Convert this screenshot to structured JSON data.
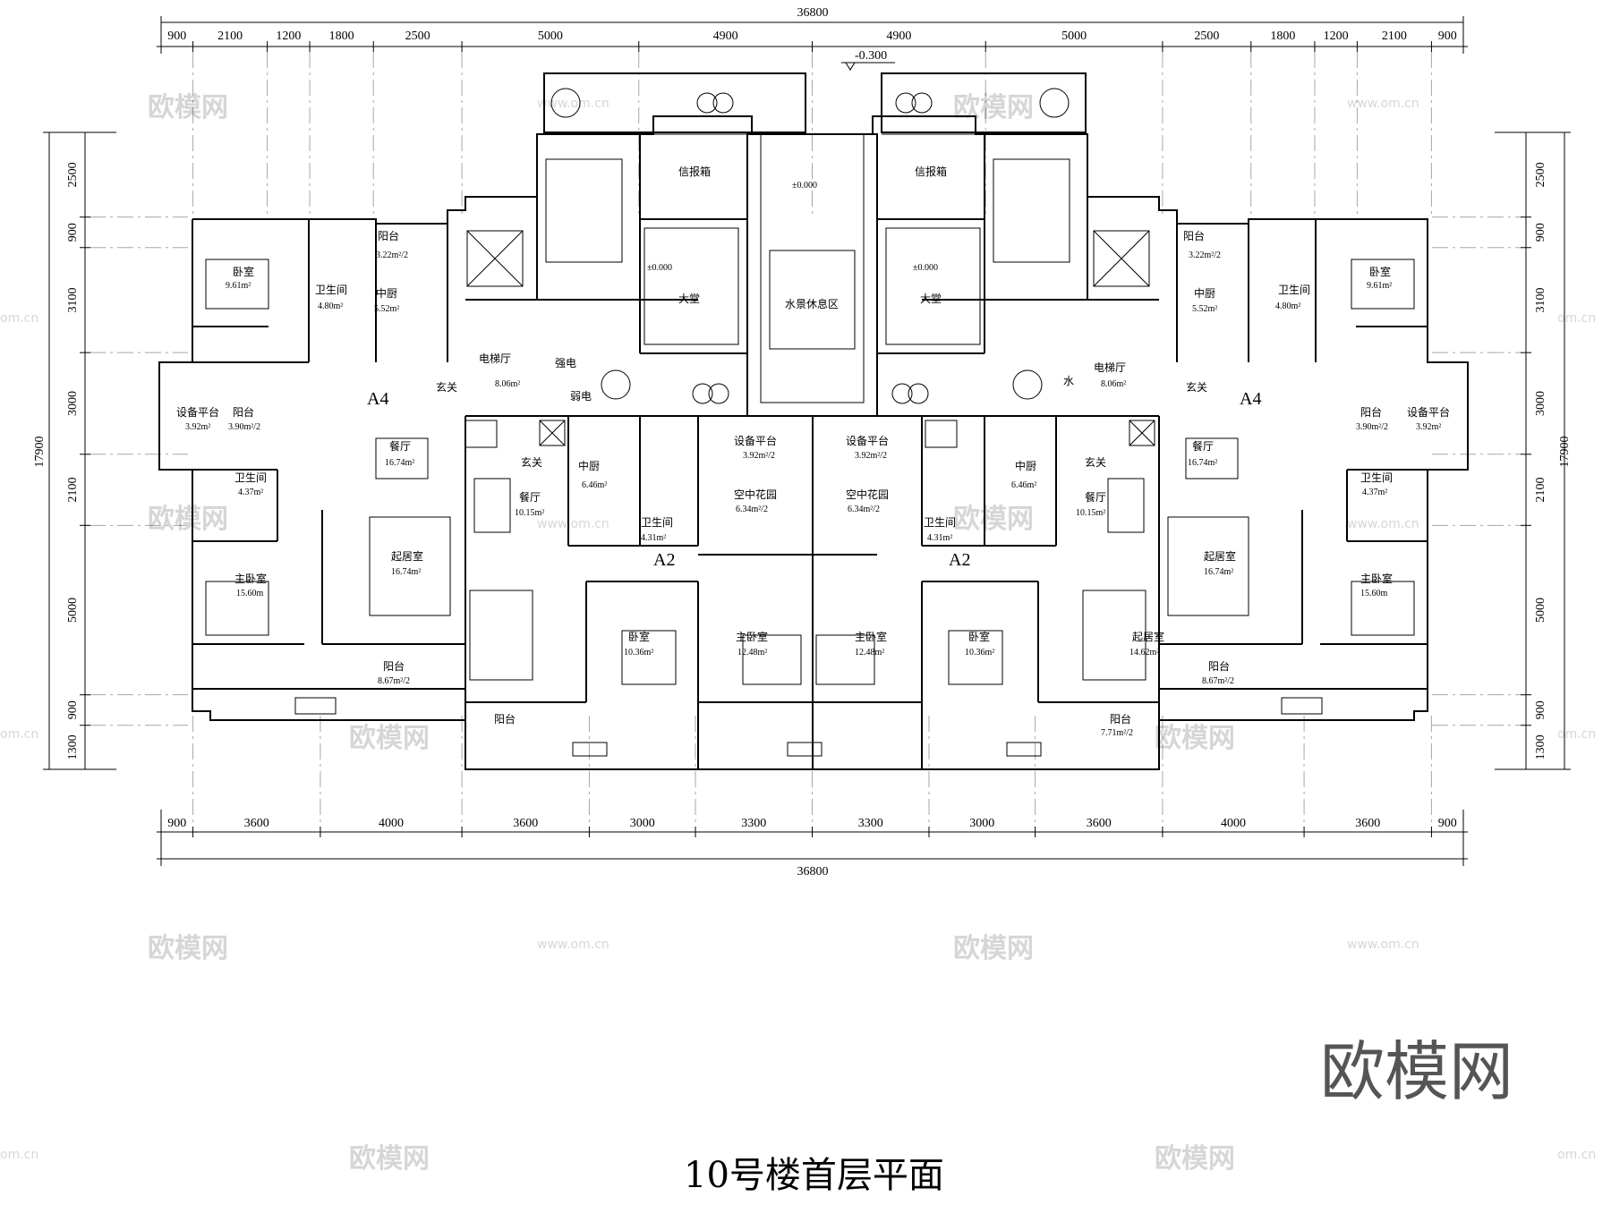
{
  "title": "10号楼首层平面",
  "brand": "欧模网",
  "watermark": {
    "text": "欧模网",
    "url": "www.om.cn",
    "url_short": "om.cn"
  },
  "dimensions": {
    "overall_width": "36800",
    "top_segments": [
      "900",
      "2100",
      "1200",
      "1800",
      "2500",
      "5000",
      "4900",
      "4900",
      "5000",
      "2500",
      "1800",
      "1200",
      "2100",
      "900"
    ],
    "bottom_segments": [
      "900",
      "3600",
      "4000",
      "3600",
      "3000",
      "3300",
      "3300",
      "3000",
      "3600",
      "4000",
      "3600",
      "900"
    ],
    "overall_depth": "17900",
    "side_segments": [
      "2500",
      "900",
      "3100",
      "3000",
      "2100",
      "5000",
      "900",
      "1300"
    ],
    "level_entry": "-0.300",
    "level_lobby": "±0.000"
  },
  "units": {
    "a4": "A4",
    "a2": "A2"
  },
  "rooms": {
    "bedroom": "卧室",
    "master_bedroom": "主卧室",
    "bathroom": "卫生间",
    "kitchen": "中厨",
    "dining": "餐厅",
    "living": "起居室",
    "balcony": "阳台",
    "entry": "玄关",
    "equipment": "设备平台",
    "sky_garden": "空中花园",
    "lobby": "大堂",
    "mailbox": "信报箱",
    "elevator_hall": "电梯厅",
    "water_lounge": "水景休息区",
    "strong_power": "强电",
    "weak_power": "弱电",
    "water": "水"
  },
  "areas": {
    "a4_bedroom": "9.61m²",
    "a4_bath_top": "4.80m²",
    "a4_kitchen": "5.52m²",
    "a4_balcony_top": "3.22m²/2",
    "a4_equipment": "3.92m²",
    "a4_balcony_mid": "3.90m²/2",
    "a4_dining": "16.74m²",
    "a4_bath": "4.37m²",
    "a4_master": "15.60m",
    "a4_living": "16.74m²",
    "a4_balcony_bottom": "8.67m²/2",
    "elevator_hall": "8.06m²",
    "a2_kitchen": "6.46m²",
    "a2_dining": "10.15m²",
    "a2_bath": "4.31m²",
    "a2_equipment": "3.92m²/2",
    "a2_garden": "6.34m²/2",
    "a2_bedroom": "10.36m²",
    "a2_master": "12.48m²",
    "a2_living": "14.62m²",
    "a2_balcony": "7.71m²/2"
  }
}
